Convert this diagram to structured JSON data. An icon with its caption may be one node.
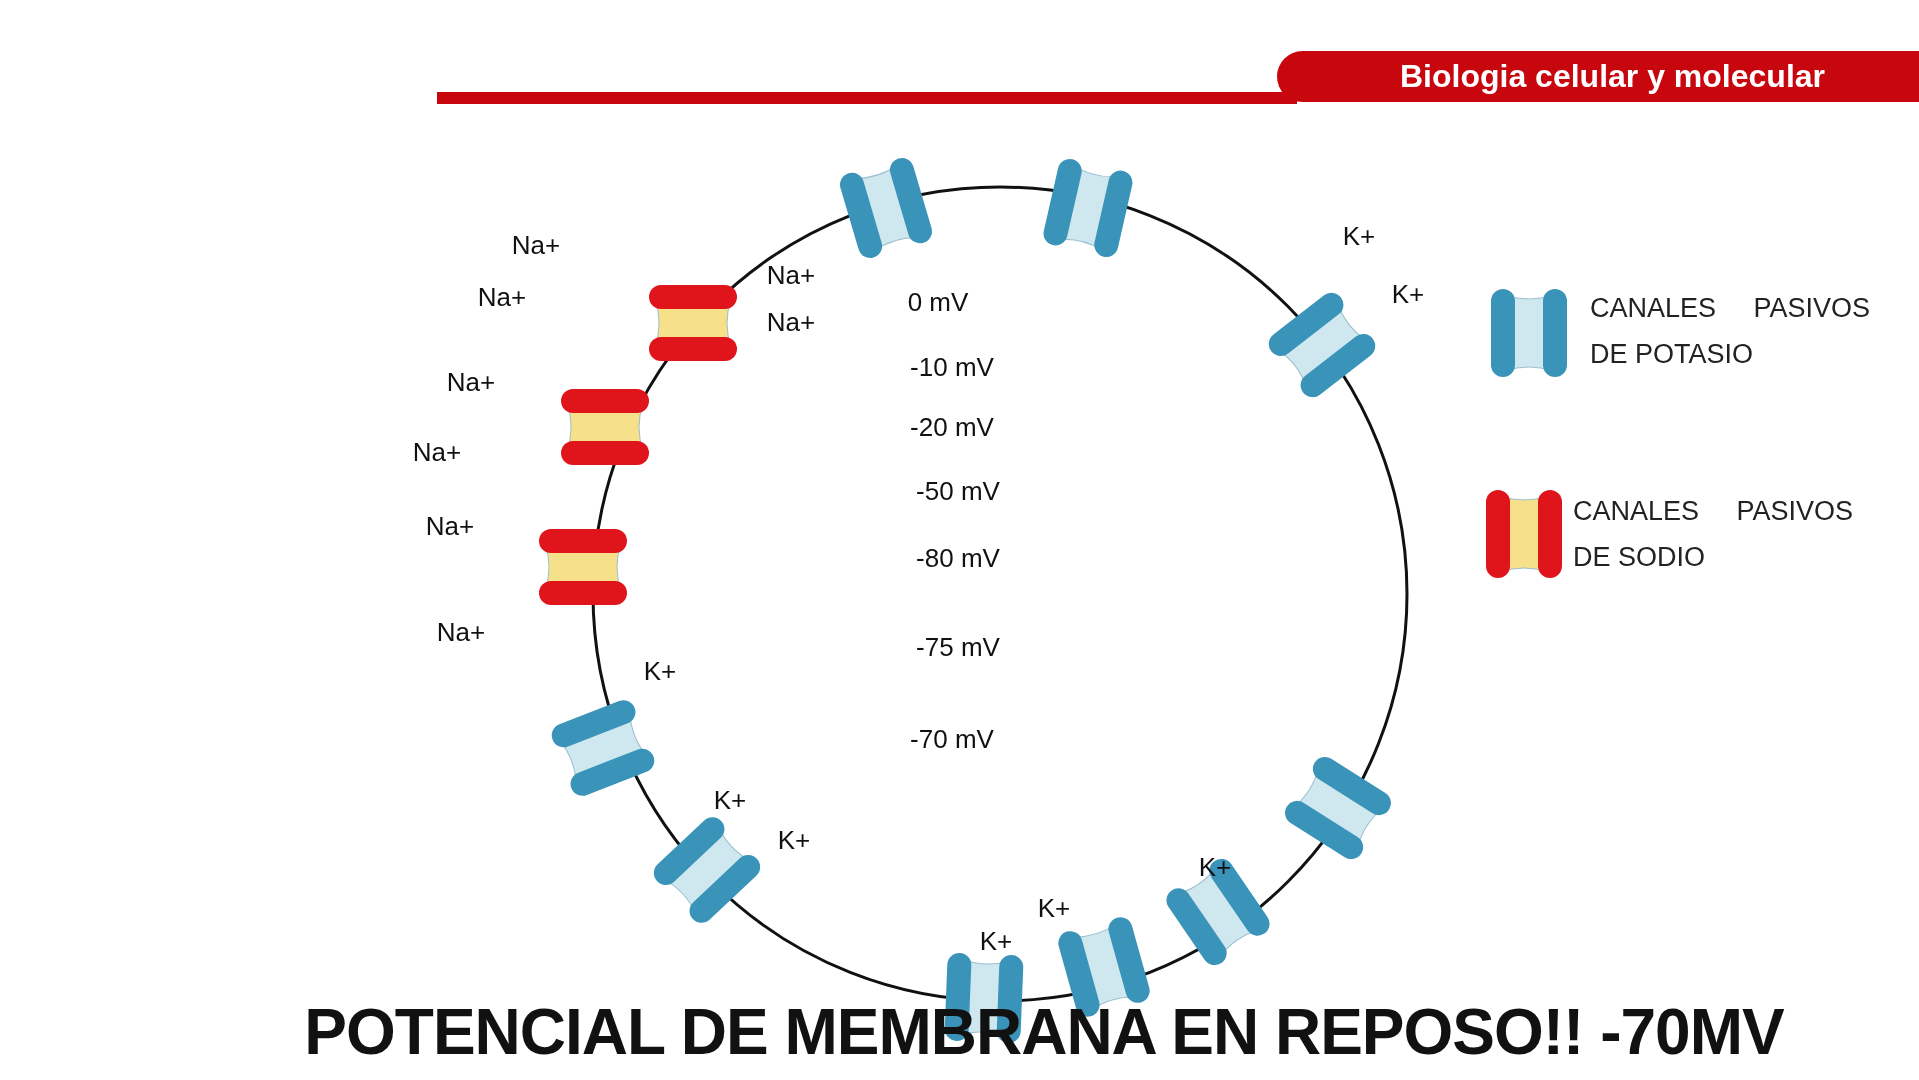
{
  "diagram": {
    "title": "POTENCIAL DE MEMBRANA EN REPOSO!! -70MV",
    "labels": [
      "Biologia celular y molecular",
      "K+",
      "Na+",
      "Na+",
      "K+",
      "Na+",
      "0 mV",
      "Na+",
      "-10 mV",
      "Na+",
      "-20 mV",
      "Na+",
      "-50 mV",
      "Na+",
      "-80 mV",
      "Na+",
      "-75 mV",
      "K+",
      "-70 mV",
      "K+",
      "K+",
      "K+",
      "K+",
      "K+"
    ],
    "legend": [
      {
        "text": "CANALES PASIVOS DE POTASIO"
      },
      {
        "text": "CANALES PASIVOS DE SODIO"
      }
    ]
  }
}
